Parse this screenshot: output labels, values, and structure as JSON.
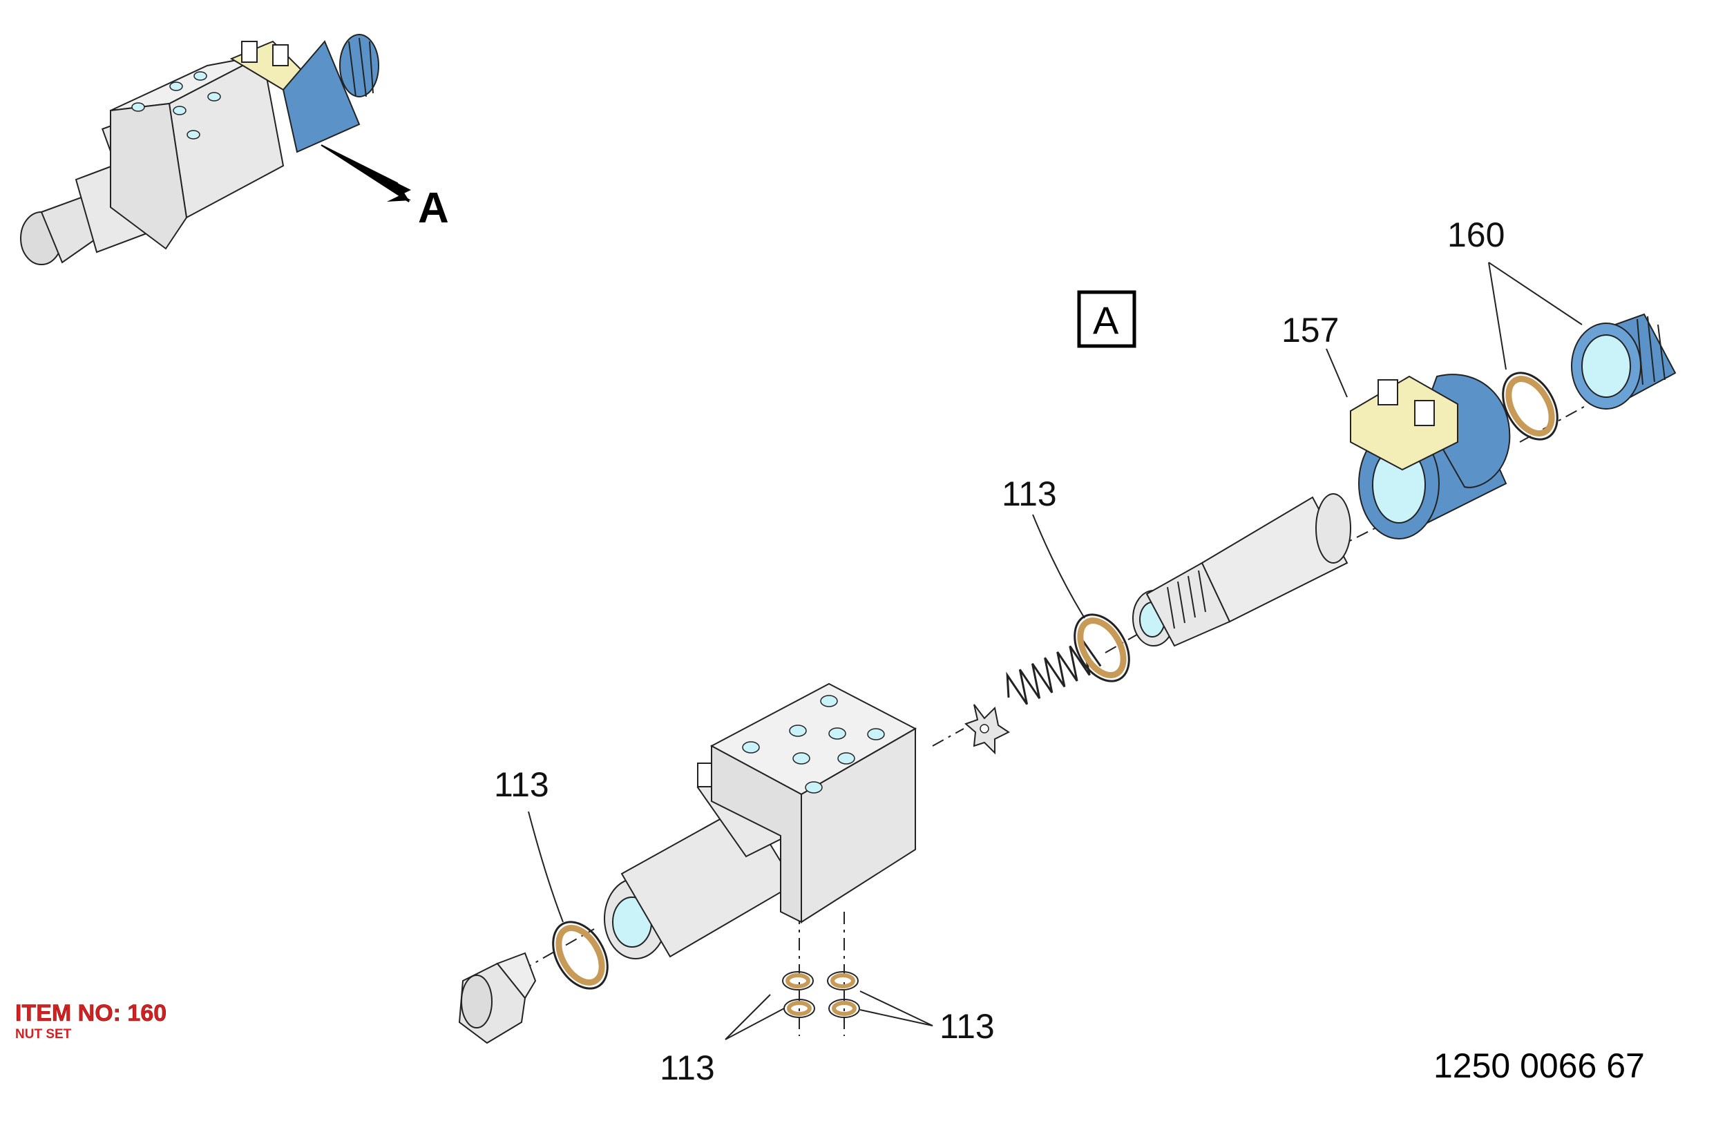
{
  "overview": {
    "arrow_label": "A"
  },
  "section": {
    "label": "A"
  },
  "callouts": {
    "coil": "157",
    "nut_set": "160",
    "seal_spring": "113",
    "seal_plug": "113",
    "seal_base_left": "113",
    "seal_base_right": "113"
  },
  "item_info": {
    "title": "ITEM NO: 160",
    "subtitle": "NUT SET"
  },
  "document_number": "1250 0066 67",
  "colors": {
    "body_grey": "#e6e6e6",
    "coil_blue": "#5b93c9",
    "connector_yellow": "#f3edb8",
    "port_cyan": "#c9f3f8",
    "seal_brown": "#c79a58",
    "label_red": "#d42020"
  }
}
